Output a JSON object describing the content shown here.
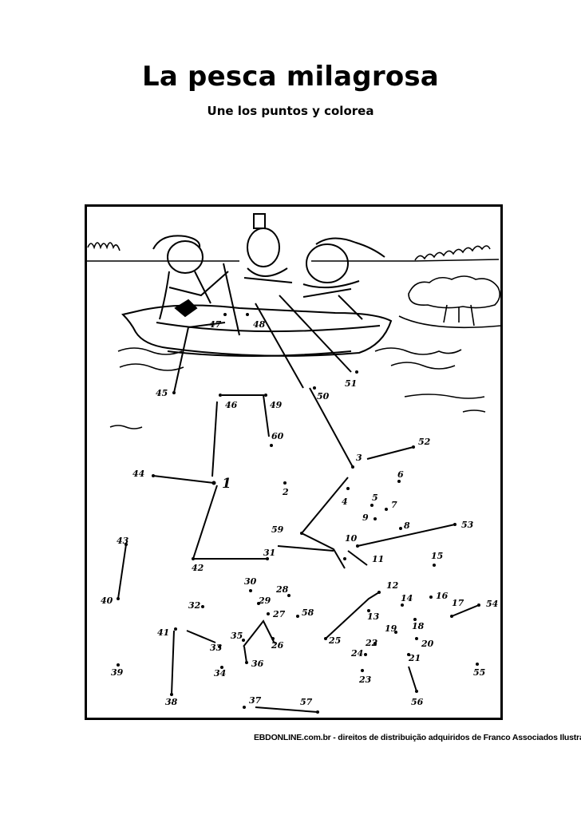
{
  "title": "La pesca milagrosa",
  "subtitle": "Une los puntos y colorea",
  "credit": "EBDONLINE.com.br - direitos de distribuição adquiridos de Franco Associados Ilustrações",
  "dot_labels": [
    "1",
    "2",
    "3",
    "4",
    "5",
    "6",
    "7",
    "8",
    "9",
    "10",
    "11",
    "12",
    "13",
    "14",
    "15",
    "16",
    "17",
    "18",
    "19",
    "20",
    "21",
    "22",
    "23",
    "24",
    "25",
    "26",
    "27",
    "28",
    "29",
    "30",
    "31",
    "32",
    "33",
    "34",
    "35",
    "36",
    "37",
    "38",
    "39",
    "40",
    "41",
    "42",
    "43",
    "44",
    "45",
    "46",
    "47",
    "48",
    "49",
    "50",
    "51",
    "52",
    "53",
    "54",
    "55",
    "56",
    "57",
    "58",
    "59",
    "60"
  ]
}
